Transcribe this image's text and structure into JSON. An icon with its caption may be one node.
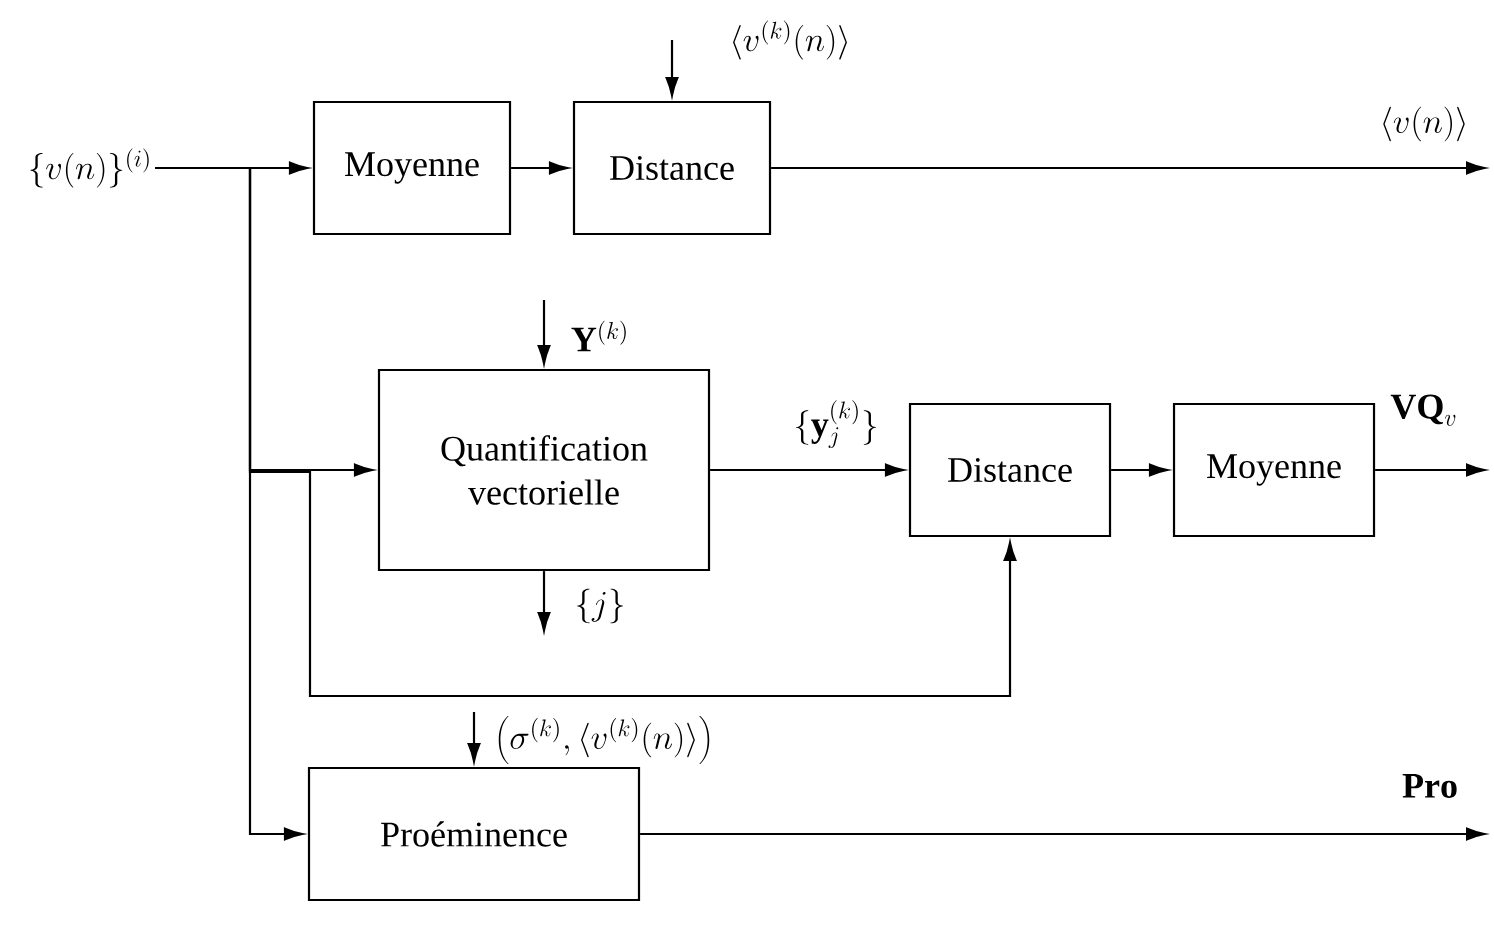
{
  "diagram": {
    "nodes": [
      {
        "text": [
          "\\{v(n)\\}^{(i)}"
        ]
      },
      {
        "text": [
          "Moyenne"
        ]
      },
      {
        "text": [
          "Distance"
        ]
      },
      {
        "text": [
          "Quantification vectorielle"
        ]
      },
      {
        "text": [
          "Distance"
        ]
      },
      {
        "text": [
          "Moyenne"
        ]
      },
      {
        "text": [
          "Proéminence"
        ]
      }
    ],
    "edges": [
      {
        "from": 0,
        "to": 1,
        "arrow": "to"
      },
      {
        "from": 0,
        "to": 3,
        "arrow": "to"
      },
      {
        "from": 0,
        "to": 4,
        "arrow": "to"
      },
      {
        "from": 0,
        "to": 6,
        "arrow": "to"
      },
      {
        "from": 1,
        "to": 2,
        "arrow": "to"
      },
      {
        "from": null,
        "to": 2,
        "arrow": "to",
        "label": "\\langle v^{(k)}(n)\\rangle"
      },
      {
        "from": 2,
        "to": null,
        "arrow": "to",
        "label": "\\langle v(n)\\rangle"
      },
      {
        "from": null,
        "to": 3,
        "arrow": "to",
        "label": "\\mathbf{Y}^{(k)}"
      },
      {
        "from": 3,
        "to": null,
        "arrow": "to",
        "label": "\\{j\\}"
      },
      {
        "from": 3,
        "to": 4,
        "arrow": "to",
        "label": "\\{\\mathbf{y}_j^{(k)}\\}"
      },
      {
        "from": 4,
        "to": 5,
        "arrow": "to"
      },
      {
        "from": 5,
        "to": null,
        "arrow": "to",
        "label": "\\mathbf{VQ}_v"
      },
      {
        "from": null,
        "to": 6,
        "arrow": "to",
        "label": "\\left(\\sigma^{(k)},\\langle v^{(k)}(n)\\rangle\\right)"
      },
      {
        "from": 6,
        "to": null,
        "arrow": "to",
        "label": "\\mathbf{Pro}"
      }
    ]
  }
}
